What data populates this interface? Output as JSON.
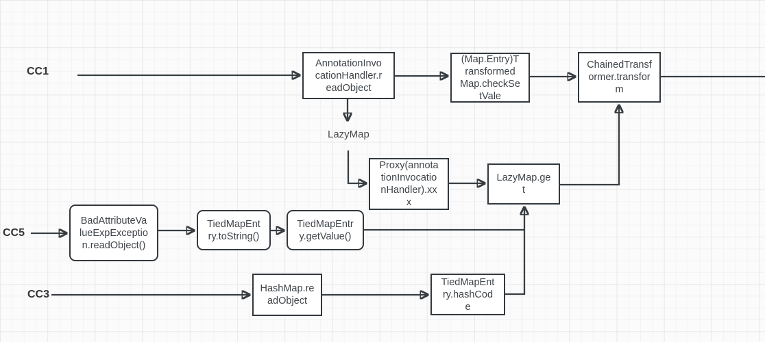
{
  "canvas": {
    "background": "#fbfbfb",
    "grid_minor_color": "#f3f3f3",
    "grid_major_color": "#e9e9e9"
  },
  "colors": {
    "node_border": "#33383e",
    "node_fill": "#ffffff",
    "node_text": "#3f4449",
    "edge": "#383d42",
    "chain_label_text": "#333333"
  },
  "chain_labels": {
    "cc1": "CC1",
    "cc5": "CC5",
    "cc3": "CC3"
  },
  "floating_labels": {
    "lazymap": "LazyMap"
  },
  "nodes": {
    "annotation_readobject": {
      "label": "AnnotationInvo\ncationHandler.r\neadObject",
      "full_text": "AnnotationInvocationHandler.readObject",
      "shape": "rect"
    },
    "transformedmap_checksetvale": {
      "label": "(Map.Entry)T\nransformed\nMap.checkSe\ntVale",
      "full_text": "(Map.Entry)TransformedMap.checkSetVale",
      "shape": "rect"
    },
    "chainedtransformer_transform": {
      "label": "ChainedTransf\normer.transfor\nm",
      "full_text": "ChainedTransformer.transform",
      "shape": "rect"
    },
    "proxy_xxx": {
      "label": "Proxy(annota\ntionInvocatio\nnHandler).xx\nx",
      "full_text": "Proxy(annotationInvocationHandler).xxx",
      "shape": "rect"
    },
    "lazymap_get": {
      "label": "LazyMap.ge\nt",
      "full_text": "LazyMap.get",
      "shape": "rect"
    },
    "badattr_readobject": {
      "label": "BadAttributeVa\nlueExpExceptio\nn.readObject()",
      "full_text": "BadAttributeValueExpException.readObject()",
      "shape": "rounded"
    },
    "tiedmapentry_tostring": {
      "label": "TiedMapEnt\nry.toString()",
      "full_text": "TiedMapEntry.toString()",
      "shape": "rounded"
    },
    "tiedmapentry_getvalue": {
      "label": "TiedMapEntr\ny.getValue()",
      "full_text": "TiedMapEntry.getValue()",
      "shape": "rounded"
    },
    "hashmap_readobject": {
      "label": "HashMap.re\nadObject",
      "full_text": "HashMap.readObject",
      "shape": "rect"
    },
    "tiedmapentry_hashcode": {
      "label": "TiedMapEnt\nry.hashCod\ne",
      "full_text": "TiedMapEntry.hashCode",
      "shape": "rect"
    }
  },
  "edges": [
    {
      "from": "CC1",
      "to": "annotation_readobject",
      "arrow": true
    },
    {
      "from": "annotation_readobject",
      "to": "transformedmap_checksetvale",
      "arrow": true
    },
    {
      "from": "transformedmap_checksetvale",
      "to": "chainedtransformer_transform",
      "arrow": true
    },
    {
      "from": "chainedtransformer_transform",
      "to": "offscreen-right",
      "arrow": false
    },
    {
      "from": "annotation_readobject",
      "to": "LazyMap",
      "arrow": true
    },
    {
      "from": "LazyMap",
      "to": "proxy_xxx",
      "arrow": true
    },
    {
      "from": "proxy_xxx",
      "to": "lazymap_get",
      "arrow": true
    },
    {
      "from": "lazymap_get",
      "to": "chainedtransformer_transform",
      "arrow": true
    },
    {
      "from": "CC5",
      "to": "badattr_readobject",
      "arrow": true
    },
    {
      "from": "badattr_readobject",
      "to": "tiedmapentry_tostring",
      "arrow": true
    },
    {
      "from": "tiedmapentry_tostring",
      "to": "tiedmapentry_getvalue",
      "arrow": true
    },
    {
      "from": "tiedmapentry_getvalue",
      "to": "lazymap_get",
      "arrow": false
    },
    {
      "from": "CC3",
      "to": "hashmap_readobject",
      "arrow": true
    },
    {
      "from": "hashmap_readobject",
      "to": "tiedmapentry_hashcode",
      "arrow": true
    },
    {
      "from": "tiedmapentry_hashcode",
      "to": "lazymap_get",
      "arrow": true
    }
  ]
}
